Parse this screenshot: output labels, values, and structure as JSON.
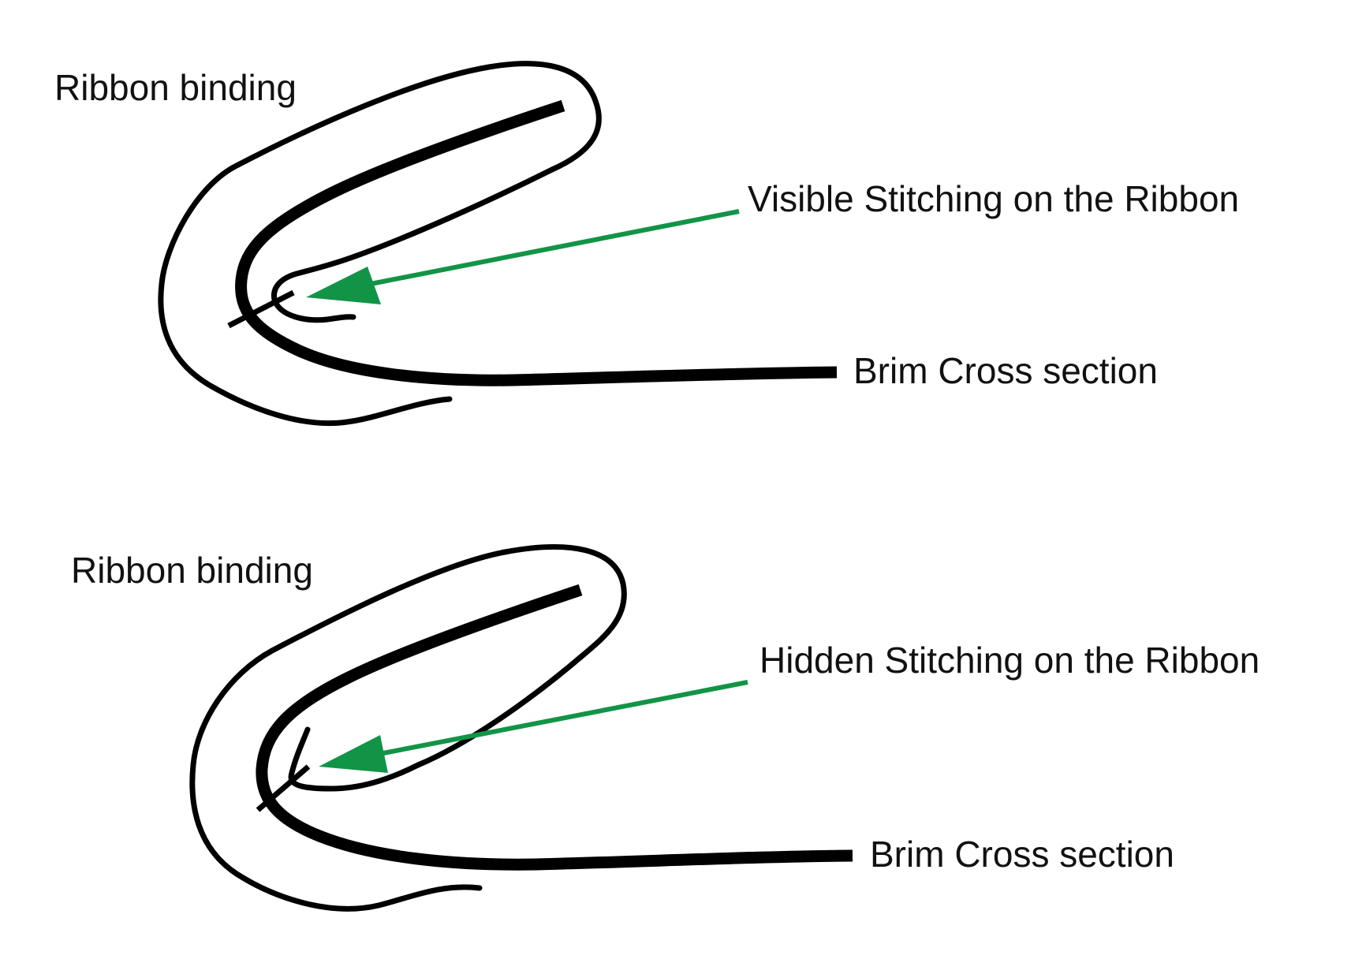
{
  "diagrams": [
    {
      "ribbon_label": "Ribbon binding",
      "stitch_label": "Visible Stitching on the Ribbon",
      "brim_label": "Brim Cross section"
    },
    {
      "ribbon_label": "Ribbon binding",
      "stitch_label": "Hidden Stitching on the Ribbon",
      "brim_label": "Brim Cross section"
    }
  ],
  "colors": {
    "outline": "#000000",
    "arrow": "#129447",
    "text": "#111111"
  }
}
